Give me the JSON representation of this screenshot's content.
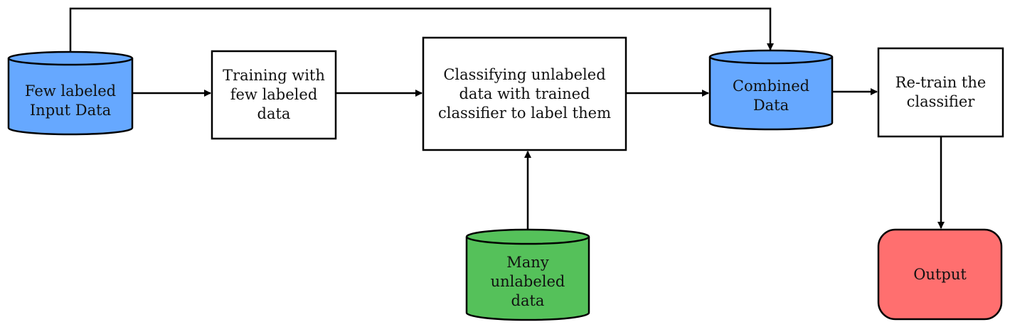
{
  "colors": {
    "labeled_data": "#66a8ff",
    "unlabeled_data": "#55c15a",
    "output": "#ff6f6f",
    "process": "#ffffff",
    "stroke": "#000000"
  },
  "nodes": {
    "input_data": {
      "shape": "cylinder",
      "label": "Few labeled\nInput Data"
    },
    "training": {
      "shape": "process-box",
      "label": "Training with\nfew labeled\ndata"
    },
    "classifying": {
      "shape": "process-box",
      "label": "Classifying unlabeled\ndata with trained\nclassifier to label them"
    },
    "combined_data": {
      "shape": "cylinder",
      "label": "Combined\nData"
    },
    "retrain": {
      "shape": "process-box",
      "label": "Re-train the\nclassifier"
    },
    "unlabeled_data": {
      "shape": "cylinder",
      "label": "Many\nunlabeled\ndata"
    },
    "output": {
      "shape": "rounded-box",
      "label": "Output"
    }
  },
  "edges": [
    {
      "from": "input_data",
      "to": "training"
    },
    {
      "from": "training",
      "to": "classifying"
    },
    {
      "from": "classifying",
      "to": "combined_data"
    },
    {
      "from": "combined_data",
      "to": "retrain"
    },
    {
      "from": "unlabeled_data",
      "to": "classifying"
    },
    {
      "from": "retrain",
      "to": "output"
    },
    {
      "from": "input_data",
      "to": "combined_data",
      "route": "over-top"
    }
  ]
}
